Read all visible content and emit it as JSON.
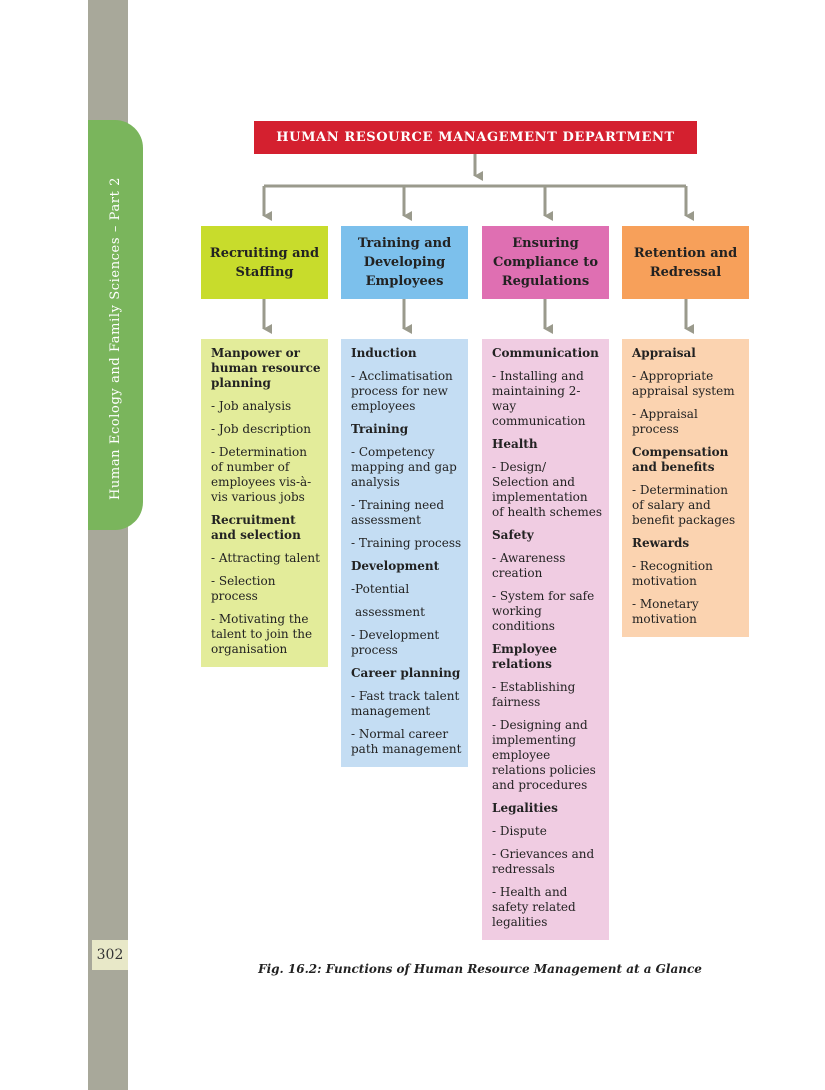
{
  "sidebar": {
    "running_title": "Human Ecology and Family Sciences – Part 2",
    "page_number": "302"
  },
  "diagram": {
    "department": "HUMAN RESOURCE MANAGEMENT DEPARTMENT",
    "colors": {
      "department": "#d4202f",
      "line": "#9a9a8c"
    },
    "columns": [
      {
        "title": "Recruiting and Staffing",
        "header_color": "#c8dc2c",
        "list_color": "#e3ec9a",
        "items": [
          {
            "text": "Manpower or human resource planning",
            "bold": true
          },
          {
            "text": "- Job analysis",
            "bold": false
          },
          {
            "text": "- Job description",
            "bold": false
          },
          {
            "text": "- Determination of number of employees vis-à-vis various jobs",
            "bold": false
          },
          {
            "text": "Recruitment and selection",
            "bold": true
          },
          {
            "text": "- Attracting talent",
            "bold": false
          },
          {
            "text": "- Selection process",
            "bold": false
          },
          {
            "text": "- Motivating the talent to join the organisation",
            "bold": false
          }
        ]
      },
      {
        "title": "Training and Developing Employees",
        "header_color": "#7cc0ec",
        "list_color": "#c4ddf3",
        "items": [
          {
            "text": "Induction",
            "bold": true
          },
          {
            "text": "- Acclimatisation process for new employees",
            "bold": false
          },
          {
            "text": "Training",
            "bold": true
          },
          {
            "text": "- Competency mapping and gap analysis",
            "bold": false
          },
          {
            "text": "- Training need assessment",
            "bold": false
          },
          {
            "text": "- Training process",
            "bold": false
          },
          {
            "text": "Development",
            "bold": true
          },
          {
            "text": "-Potential",
            "bold": false
          },
          {
            "text": "  assessment",
            "bold": false
          },
          {
            "text": "- Development process",
            "bold": false
          },
          {
            "text": "Career planning",
            "bold": true
          },
          {
            "text": "- Fast track talent management",
            "bold": false
          },
          {
            "text": "- Normal career path management",
            "bold": false
          }
        ]
      },
      {
        "title": "Ensuring Compliance to Regulations",
        "header_color": "#df6fb2",
        "list_color": "#f0cce2",
        "items": [
          {
            "text": "Communication",
            "bold": true
          },
          {
            "text": "- Installing and maintaining 2-way communication",
            "bold": false
          },
          {
            "text": "Health",
            "bold": true
          },
          {
            "text": "- Design/ Selection and implementation of health schemes",
            "bold": false
          },
          {
            "text": "Safety",
            "bold": true
          },
          {
            "text": "- Awareness creation",
            "bold": false
          },
          {
            "text": "- System for safe working conditions",
            "bold": false
          },
          {
            "text": "Employee relations",
            "bold": true
          },
          {
            "text": "- Establishing fairness",
            "bold": false
          },
          {
            "text": "- Designing and implementing employee relations policies and procedures",
            "bold": false
          },
          {
            "text": "Legalities",
            "bold": true
          },
          {
            "text": "- Dispute",
            "bold": false
          },
          {
            "text": "- Grievances and redressals",
            "bold": false
          },
          {
            "text": "- Health and safety related legalities",
            "bold": false
          }
        ]
      },
      {
        "title": "Retention and Redressal",
        "header_color": "#f7a05a",
        "list_color": "#fbd3b0",
        "items": [
          {
            "text": "Appraisal",
            "bold": true
          },
          {
            "text": "- Appropriate appraisal system",
            "bold": false
          },
          {
            "text": "- Appraisal process",
            "bold": false
          },
          {
            "text": "Compensation and benefits",
            "bold": true
          },
          {
            "text": "- Determination of salary and benefit packages",
            "bold": false
          },
          {
            "text": "Rewards",
            "bold": true
          },
          {
            "text": "- Recognition motivation",
            "bold": false
          },
          {
            "text": "- Monetary motivation",
            "bold": false
          }
        ]
      }
    ]
  },
  "caption": "Fig. 16.2: Functions of Human Resource Management at a Glance"
}
